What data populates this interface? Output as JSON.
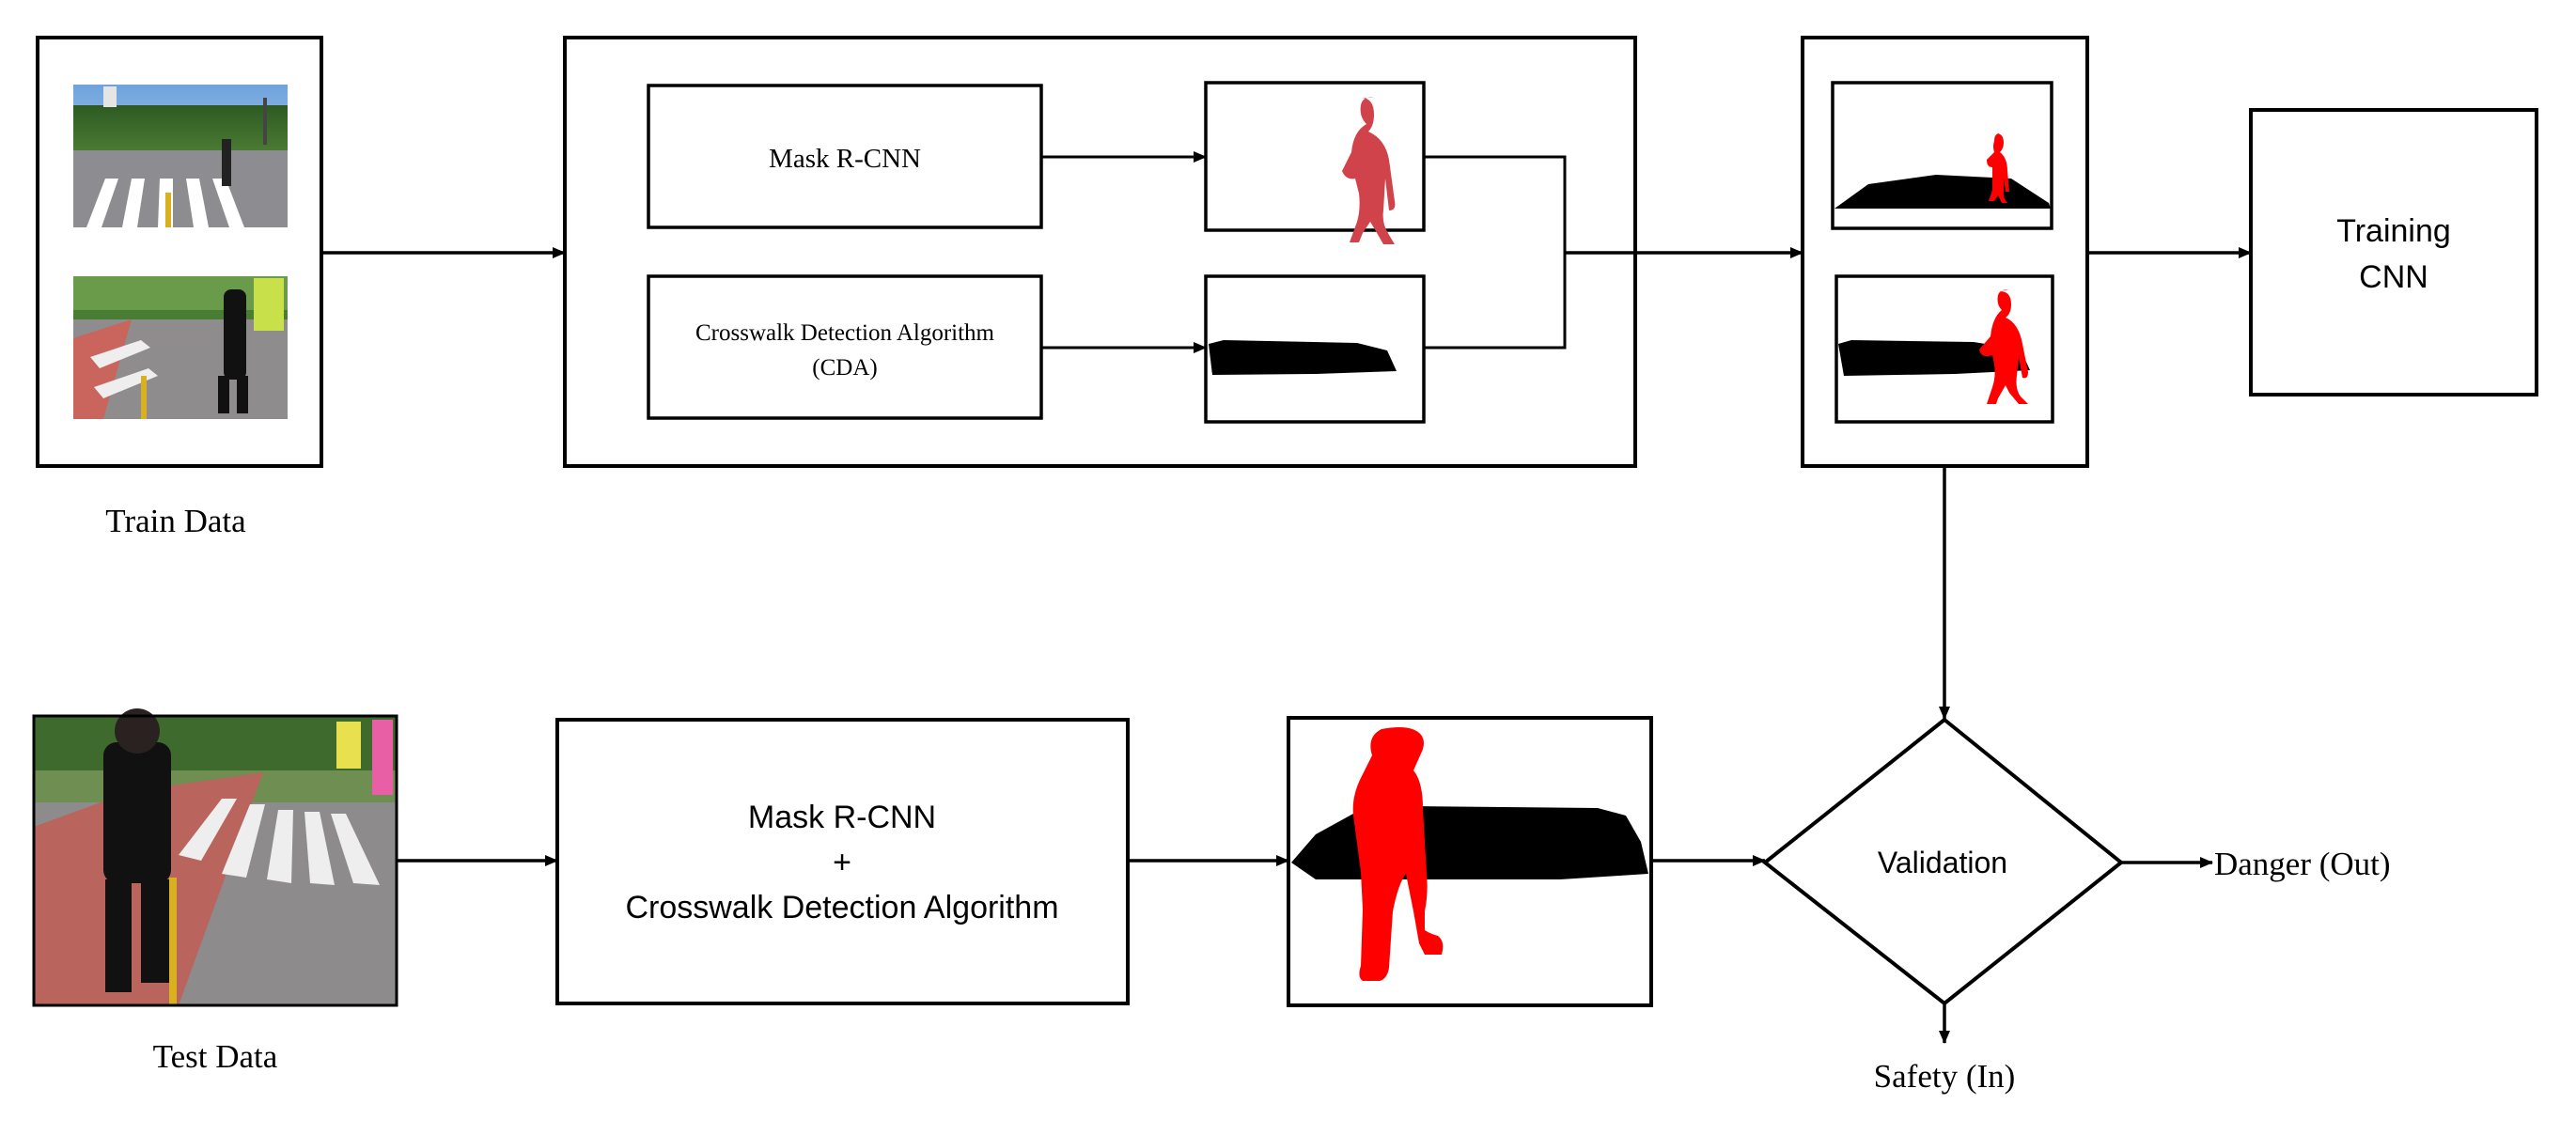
{
  "train": {
    "label": "Train Data"
  },
  "test": {
    "label": "Test Data"
  },
  "segmentation": {
    "mask_rcnn_label": "Mask R-CNN",
    "cda_label_line1": "Crosswalk  Detection  Algorithm",
    "cda_label_line2": "(CDA)"
  },
  "training": {
    "line1": "Training",
    "line2": "CNN"
  },
  "test_processing": {
    "line1": "Mask R-CNN",
    "line2": "+",
    "line3": "Crosswalk Detection Algorithm"
  },
  "decision": {
    "label": "Validation",
    "out_label": "Danger (Out)",
    "in_label": "Safety (In)"
  },
  "colors": {
    "stroke": "#000000",
    "mask_red_muted": "#d1434a",
    "mask_red": "#ff0000",
    "crosswalk_black": "#000000"
  }
}
